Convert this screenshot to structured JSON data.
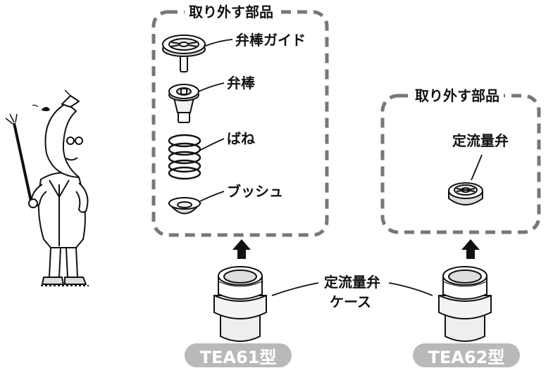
{
  "panels": {
    "left": {
      "title": "取り外す部品",
      "parts": [
        "弁棒ガイド",
        "弁棒",
        "ばね",
        "ブッシュ"
      ]
    },
    "right": {
      "title": "取り外す部品",
      "parts": [
        "定流量弁"
      ]
    }
  },
  "case_label": {
    "line1": "定流量弁",
    "line2": "ケース"
  },
  "models": [
    "TEA61型",
    "TEA62型"
  ],
  "colors": {
    "dashed_border": "#777777",
    "model_tag": "#b9b9b9",
    "arrow": "#111111"
  }
}
